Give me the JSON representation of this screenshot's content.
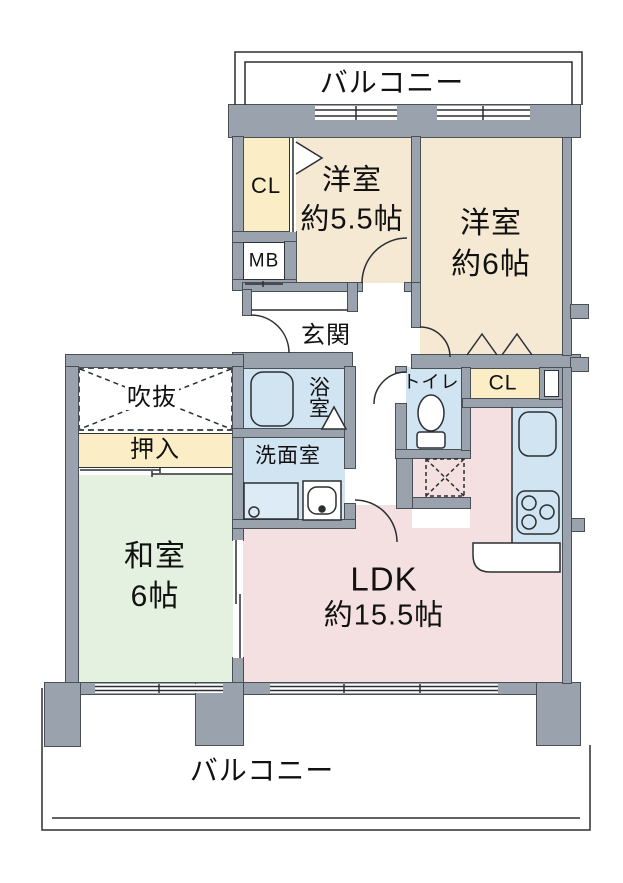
{
  "title": "マンション間取り図 (apartment floor plan)",
  "labels": {
    "balcony_top": "バルコニー",
    "balcony_bottom": "バルコニー",
    "closet_upper": "CL",
    "meter_box": "MB",
    "room55_name": "洋室",
    "room55_size": "約5.5帖",
    "room6_name": "洋室",
    "room6_size": "約6帖",
    "entrance": "玄関",
    "void_space": "吹抜",
    "futon_closet": "押入",
    "bathroom": "浴室",
    "washroom": "洗面室",
    "toilet": "トイレ",
    "closet_right": "CL",
    "japanese_room_name": "和室",
    "japanese_room_size": "6帖",
    "ldk_name": "LDK",
    "ldk_size": "約15.5帖"
  },
  "colors": {
    "wall": "#9aa3ad",
    "western_room": "#f5e9d3",
    "closet": "#fbedc6",
    "water_area": "#d0e4f2",
    "japanese_room": "#e4f0e0",
    "ldk": "#f4e0e0",
    "line": "#2b2f33"
  }
}
